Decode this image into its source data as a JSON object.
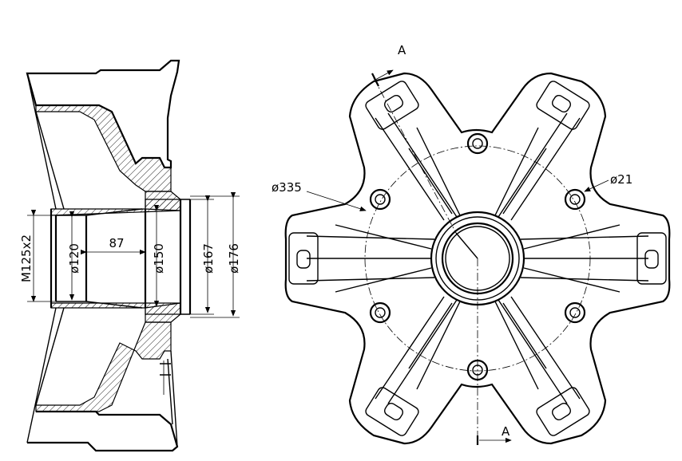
{
  "side_view": {
    "labels": {
      "thread": "M125x2",
      "bore_120": "ø120",
      "length_87": "87",
      "bore_150": "ø150",
      "bore_167": "ø167",
      "bore_176": "ø176"
    }
  },
  "front_view": {
    "labels": {
      "section_top": "A",
      "section_bottom": "A",
      "pcd": "ø335",
      "hole": "ø21"
    },
    "spokes": 6
  }
}
